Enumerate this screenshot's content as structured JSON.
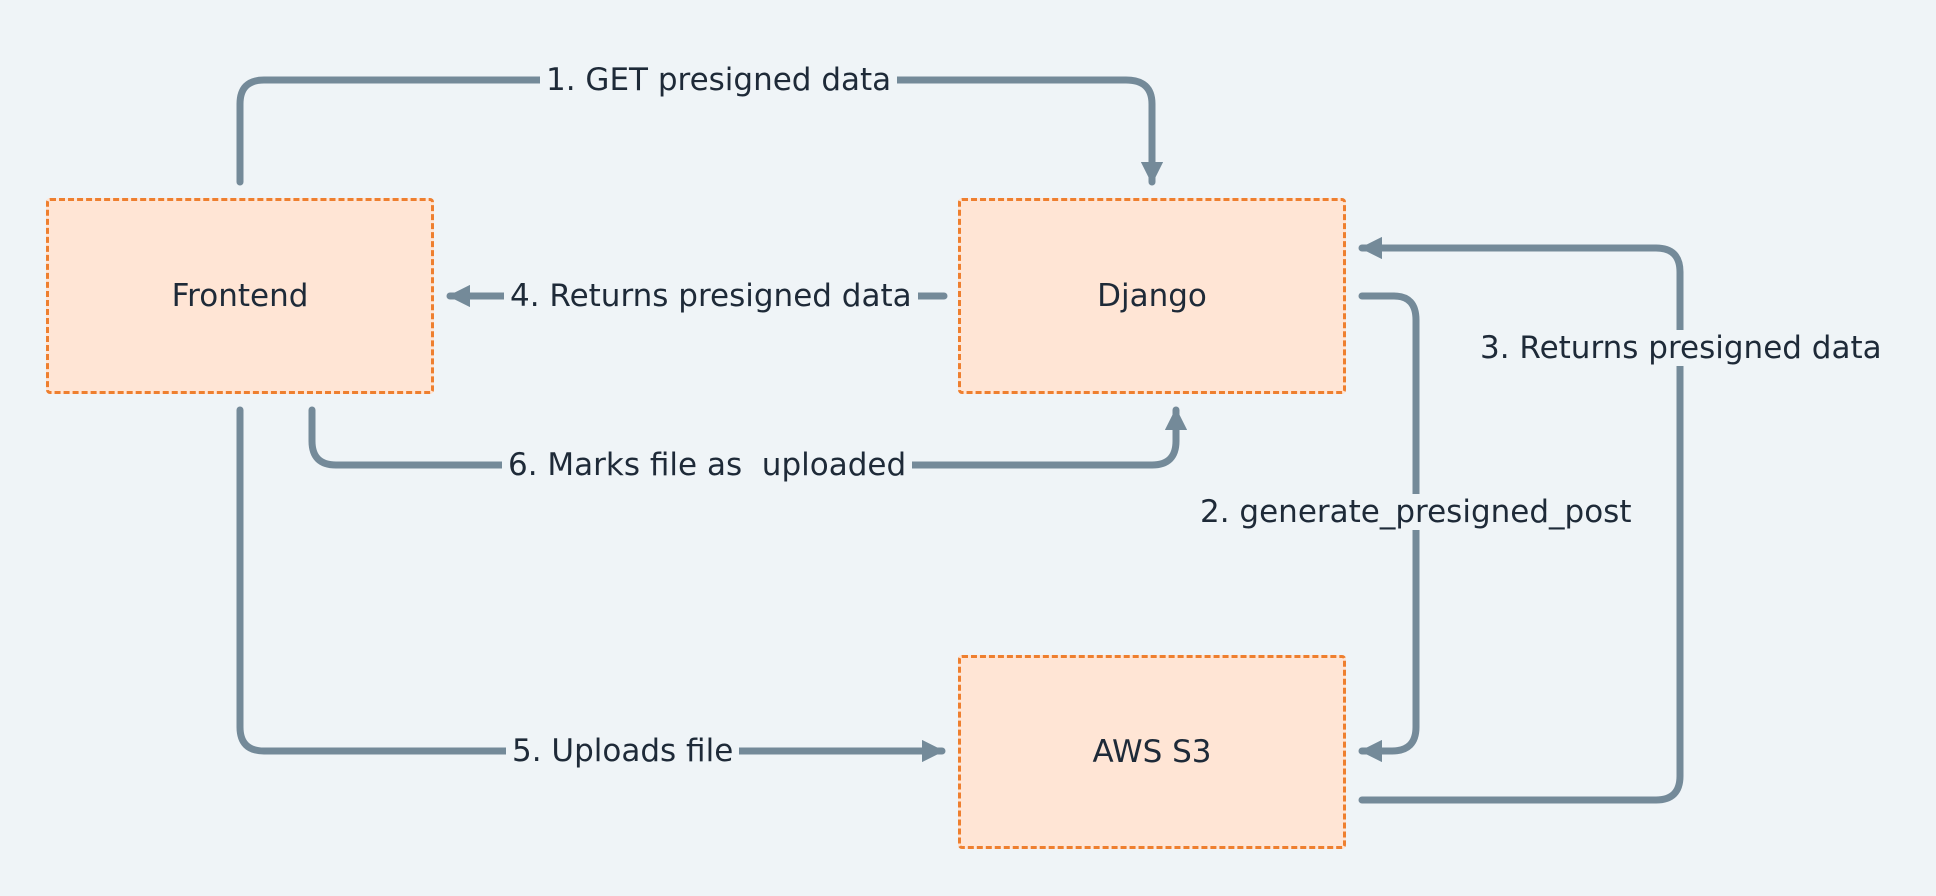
{
  "diagram": {
    "nodes": {
      "frontend": "Frontend",
      "django": "Django",
      "s3": "AWS S3"
    },
    "edges": {
      "e1": "1. GET presigned data",
      "e2": "2. generate_presigned_post",
      "e3": "3. Returns presigned data",
      "e4": "4. Returns presigned data",
      "e5": "5. Uploads file",
      "e6": "6. Marks file as  uploaded"
    },
    "colors": {
      "background": "#eff4f7",
      "node_fill": "#ffe5d5",
      "node_border": "#ee7f2f",
      "connector": "#748a99",
      "text": "#1e2a38"
    }
  }
}
